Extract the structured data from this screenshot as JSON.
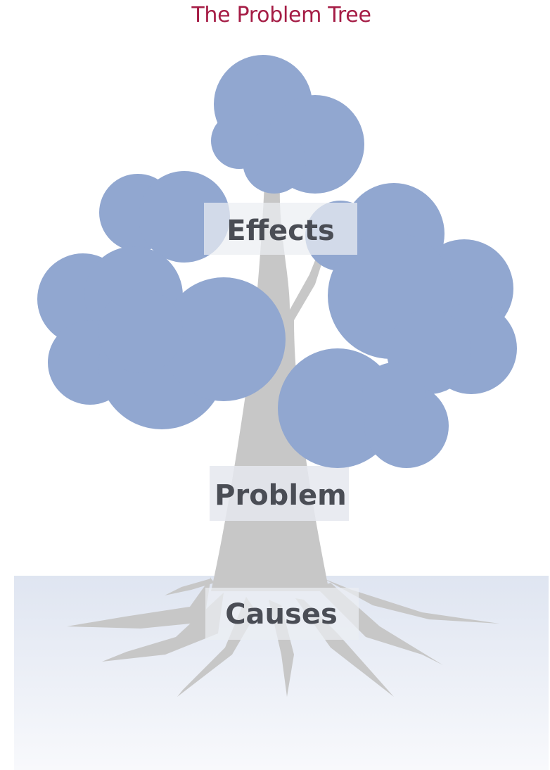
{
  "title": "The Problem Tree",
  "labels": {
    "effects": "Effects",
    "problem": "Problem",
    "causes": "Causes"
  },
  "colors": {
    "title": "#a51c45",
    "foliage": "#91a7d0",
    "trunk": "#c7c7c7",
    "ground_top": "#dfe5f1",
    "ground_bottom": "#f7f8fb",
    "label_box": "#e7eaf0",
    "label_text": "#4a4d55"
  }
}
